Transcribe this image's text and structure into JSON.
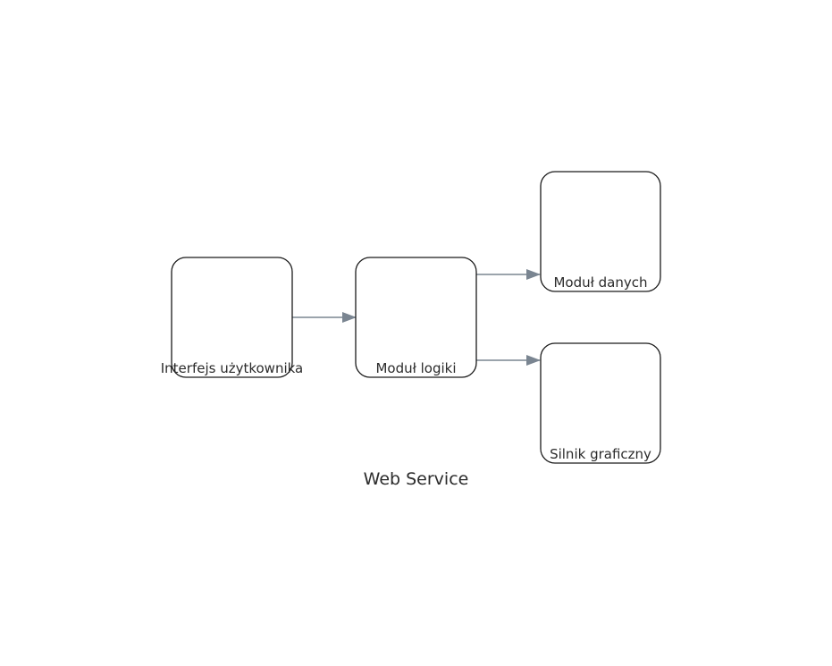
{
  "diagram": {
    "caption": "Web Service",
    "edge_color": "#7a8591",
    "nodes": [
      {
        "id": "ui",
        "label": "Interfejs użytkownika"
      },
      {
        "id": "logic",
        "label": "Moduł logiki"
      },
      {
        "id": "data",
        "label": "Moduł danych"
      },
      {
        "id": "graphics",
        "label": "Silnik graficzny"
      }
    ],
    "edges": [
      {
        "from": "ui",
        "to": "logic"
      },
      {
        "from": "logic",
        "to": "data"
      },
      {
        "from": "logic",
        "to": "graphics"
      }
    ]
  }
}
